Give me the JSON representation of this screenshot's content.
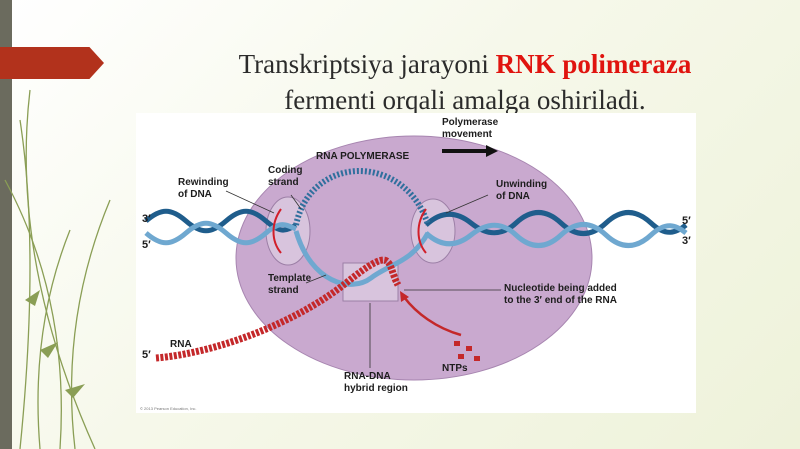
{
  "slide": {
    "title_part1": "Transkriptsiya jarayoni ",
    "title_highlight": "RNK polimeraza",
    "title_part2": "fermenti orqali amalga oshiriladi."
  },
  "diagram": {
    "enzyme_label": "RNA POLYMERASE",
    "movement_label": "Polymerase\nmovement",
    "rewinding_label": "Rewinding\nof DNA",
    "coding_label": "Coding\nstrand",
    "unwinding_label": "Unwinding\nof DNA",
    "template_label": "Template\nstrand",
    "nucleotide_label": "Nucleotide being added\nto the 3′ end of the RNA",
    "rna_label": "RNA",
    "hybrid_label": "RNA-DNA\nhybrid region",
    "ntps_label": "NTPs",
    "left_top_end": "3′",
    "left_bottom_end": "5′",
    "right_top_end": "5′",
    "right_bottom_end": "3′",
    "rna_end": "5′",
    "copyright": "© 2013 Pearson Education, Inc."
  },
  "colors": {
    "accent_tag": "#b2321c",
    "highlight_text": "#e0140f",
    "enzyme_fill": "#c9a9cf",
    "dna_dark": "#1f5d8c",
    "dna_light": "#6fa8d0",
    "rna": "#c4282a"
  }
}
